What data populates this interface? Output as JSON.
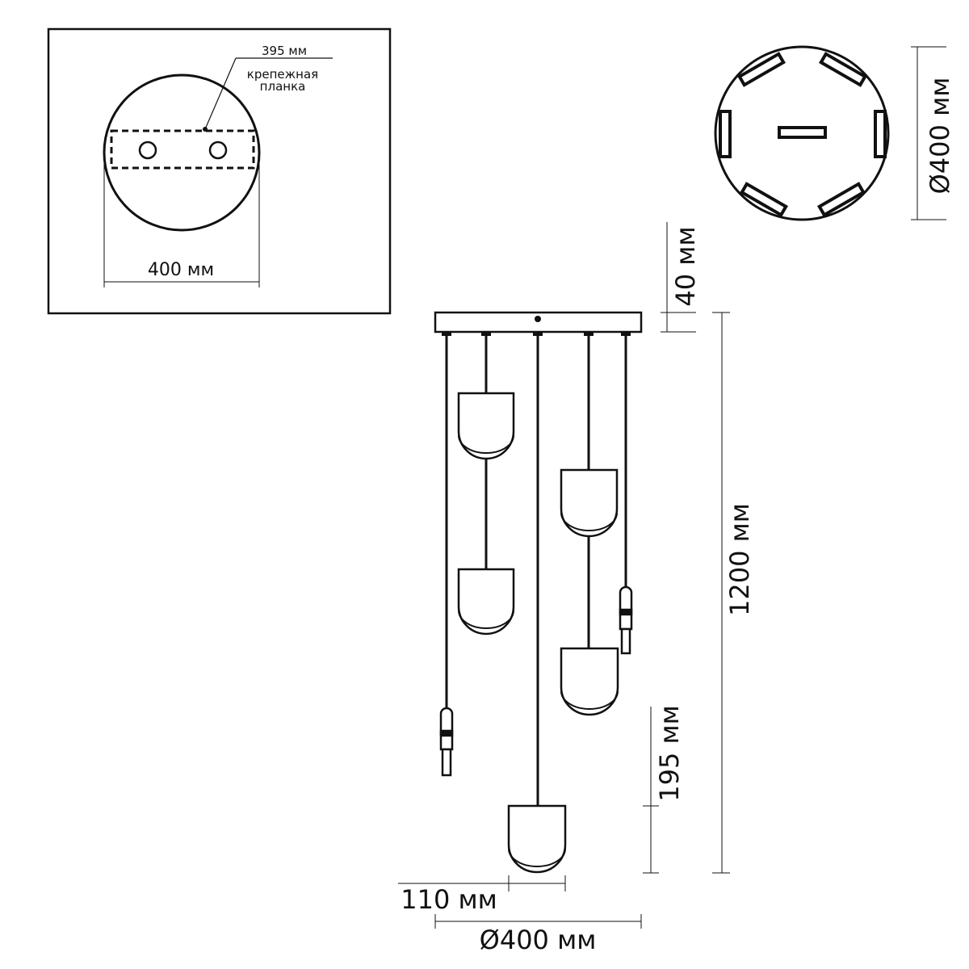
{
  "mount_view": {
    "slot_length_label": "395 мм",
    "plate_label_line1": "крепежная",
    "plate_label_line2": "планка",
    "diameter_label": "400 мм"
  },
  "top_view": {
    "diameter_label": "Ø400 мм"
  },
  "side_view": {
    "canopy_height_label": "40 мм",
    "total_height_label": "1200 мм",
    "shade_height_label": "195 мм",
    "shade_width_label": "110 мм",
    "base_diameter_label": "Ø400 мм"
  }
}
